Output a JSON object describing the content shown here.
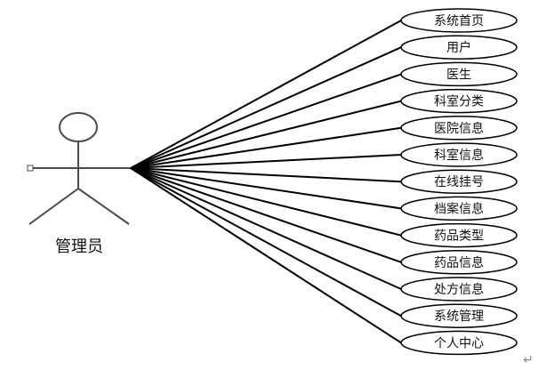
{
  "actor": {
    "label": "管理员"
  },
  "use_cases": [
    {
      "label": "系统首页"
    },
    {
      "label": "用户"
    },
    {
      "label": "医生"
    },
    {
      "label": "科室分类"
    },
    {
      "label": "医院信息"
    },
    {
      "label": "科室信息"
    },
    {
      "label": "在线挂号"
    },
    {
      "label": "档案信息"
    },
    {
      "label": "药品类型"
    },
    {
      "label": "药品信息"
    },
    {
      "label": "处方信息"
    },
    {
      "label": "系统管理"
    },
    {
      "label": "个人中心"
    }
  ],
  "paragraph_mark": "↵"
}
